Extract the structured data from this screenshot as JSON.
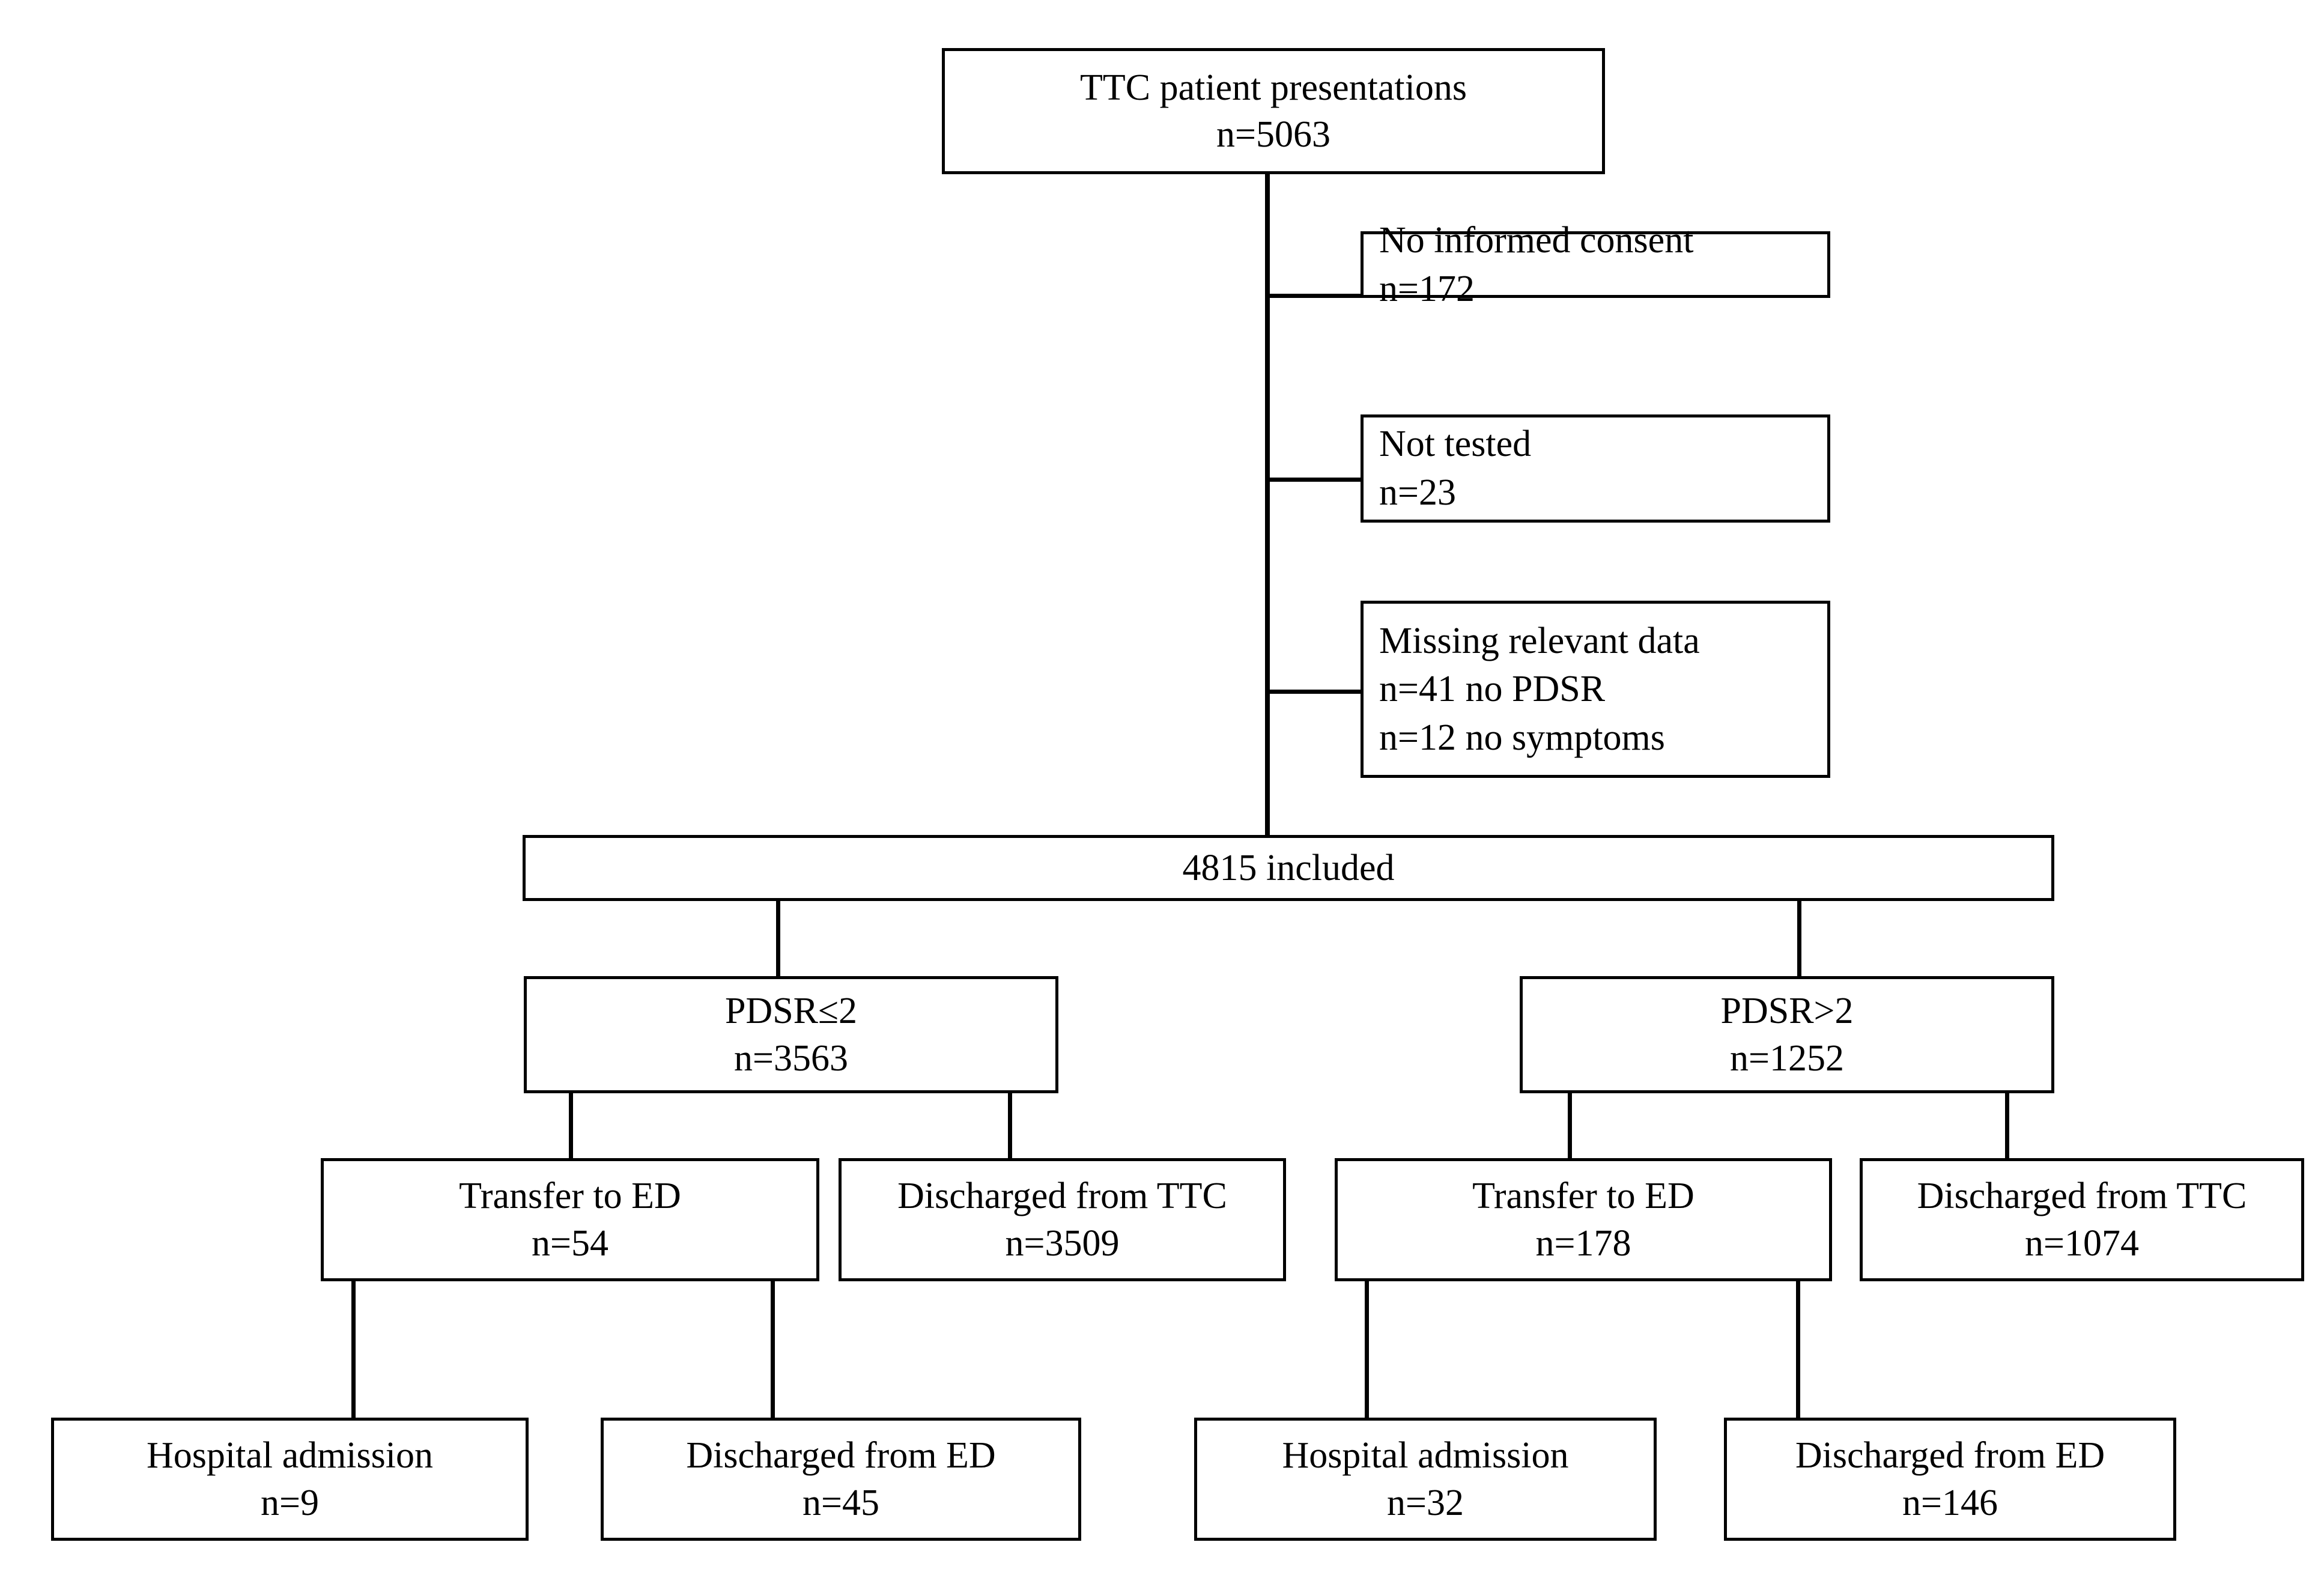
{
  "diagram": {
    "title": "TTC patient flow diagram",
    "line_color": "#000000",
    "box_border_color": "#000000",
    "background_color": "#ffffff"
  },
  "nodes": {
    "root": {
      "line1": "TTC patient presentations",
      "line2": "n=5063"
    },
    "exclusion_no_consent": {
      "line1": "No informed consent",
      "line2": "n=172"
    },
    "exclusion_not_tested": {
      "line1": "Not tested",
      "line2": "n=23"
    },
    "exclusion_missing_data": {
      "line1": "Missing relevant data",
      "line2": "n=41 no PDSR",
      "line3": "n=12 no symptoms"
    },
    "included": {
      "line1": "4815 included"
    },
    "pdsr_low": {
      "line1": "PDSR≤2",
      "line2": "n=3563"
    },
    "pdsr_high": {
      "line1": "PDSR>2",
      "line2": "n=1252"
    },
    "low_transfer_ed": {
      "line1": "Transfer to ED",
      "line2": "n=54"
    },
    "low_discharged_ttc": {
      "line1": "Discharged from TTC",
      "line2": "n=3509"
    },
    "high_transfer_ed": {
      "line1": "Transfer to ED",
      "line2": "n=178"
    },
    "high_discharged_ttc": {
      "line1": "Discharged from TTC",
      "line2": "n=1074"
    },
    "low_hospital_admission": {
      "line1": "Hospital admission",
      "line2": "n=9"
    },
    "low_discharged_ed": {
      "line1": "Discharged from ED",
      "line2": "n=45"
    },
    "high_hospital_admission": {
      "line1": "Hospital admission",
      "line2": "n=32"
    },
    "high_discharged_ed": {
      "line1": "Discharged from ED",
      "line2": "n=146"
    }
  },
  "chart_data": {
    "type": "flowchart",
    "title": "TTC patient flow diagram",
    "total_presentations": 5063,
    "total_included": 4815,
    "exclusions": [
      {
        "reason": "No informed consent",
        "n": 172
      },
      {
        "reason": "Not tested",
        "n": 23
      },
      {
        "reason": "Missing relevant data - no PDSR",
        "n": 41
      },
      {
        "reason": "Missing relevant data - no symptoms",
        "n": 12
      }
    ],
    "groups": [
      {
        "name": "PDSR≤2",
        "n": 3563,
        "children": [
          {
            "name": "Transfer to ED",
            "n": 54,
            "children": [
              {
                "name": "Hospital admission",
                "n": 9
              },
              {
                "name": "Discharged from ED",
                "n": 45
              }
            ]
          },
          {
            "name": "Discharged from TTC",
            "n": 3509
          }
        ]
      },
      {
        "name": "PDSR>2",
        "n": 1252,
        "children": [
          {
            "name": "Transfer to ED",
            "n": 178,
            "children": [
              {
                "name": "Hospital admission",
                "n": 32
              },
              {
                "name": "Discharged from ED",
                "n": 146
              }
            ]
          },
          {
            "name": "Discharged from TTC",
            "n": 1074
          }
        ]
      }
    ]
  }
}
